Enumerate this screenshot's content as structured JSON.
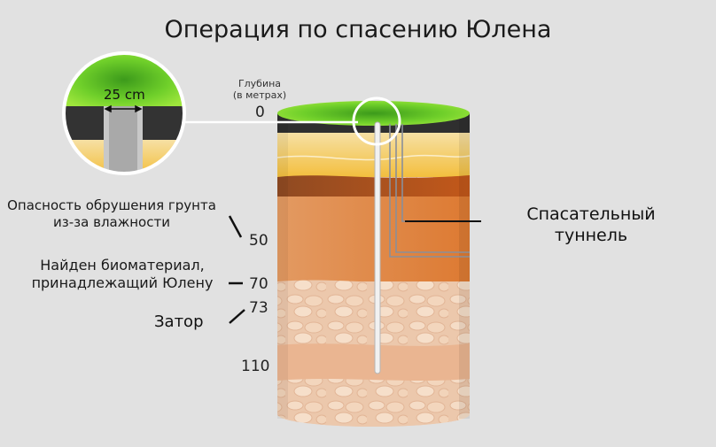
{
  "title": "Операция по спасению Юлена",
  "depth_header": {
    "line1": "Глубина",
    "line2": "(в метрах)"
  },
  "depths": [
    "0",
    "50",
    "70",
    "73",
    "110"
  ],
  "zoom": {
    "width_label": "25 cm"
  },
  "annotations": {
    "collapse": {
      "line1": "Опасность обрушения грунта",
      "line2": "из-за влажности"
    },
    "biomaterial": {
      "line1": "Найден биоматериал,",
      "line2": "принадлежащий Юлену"
    },
    "blockage": "Затор",
    "tunnel": {
      "line1": "Спасательный",
      "line2": "туннель"
    }
  },
  "colors": {
    "grass": "#7ed321",
    "asphalt": "#2f2f2f",
    "sand": "#f2c04a",
    "brown": "#b0521e",
    "clay": "#e38e4f",
    "rock": "#e8c2a6",
    "background": "#e1e1e1"
  }
}
